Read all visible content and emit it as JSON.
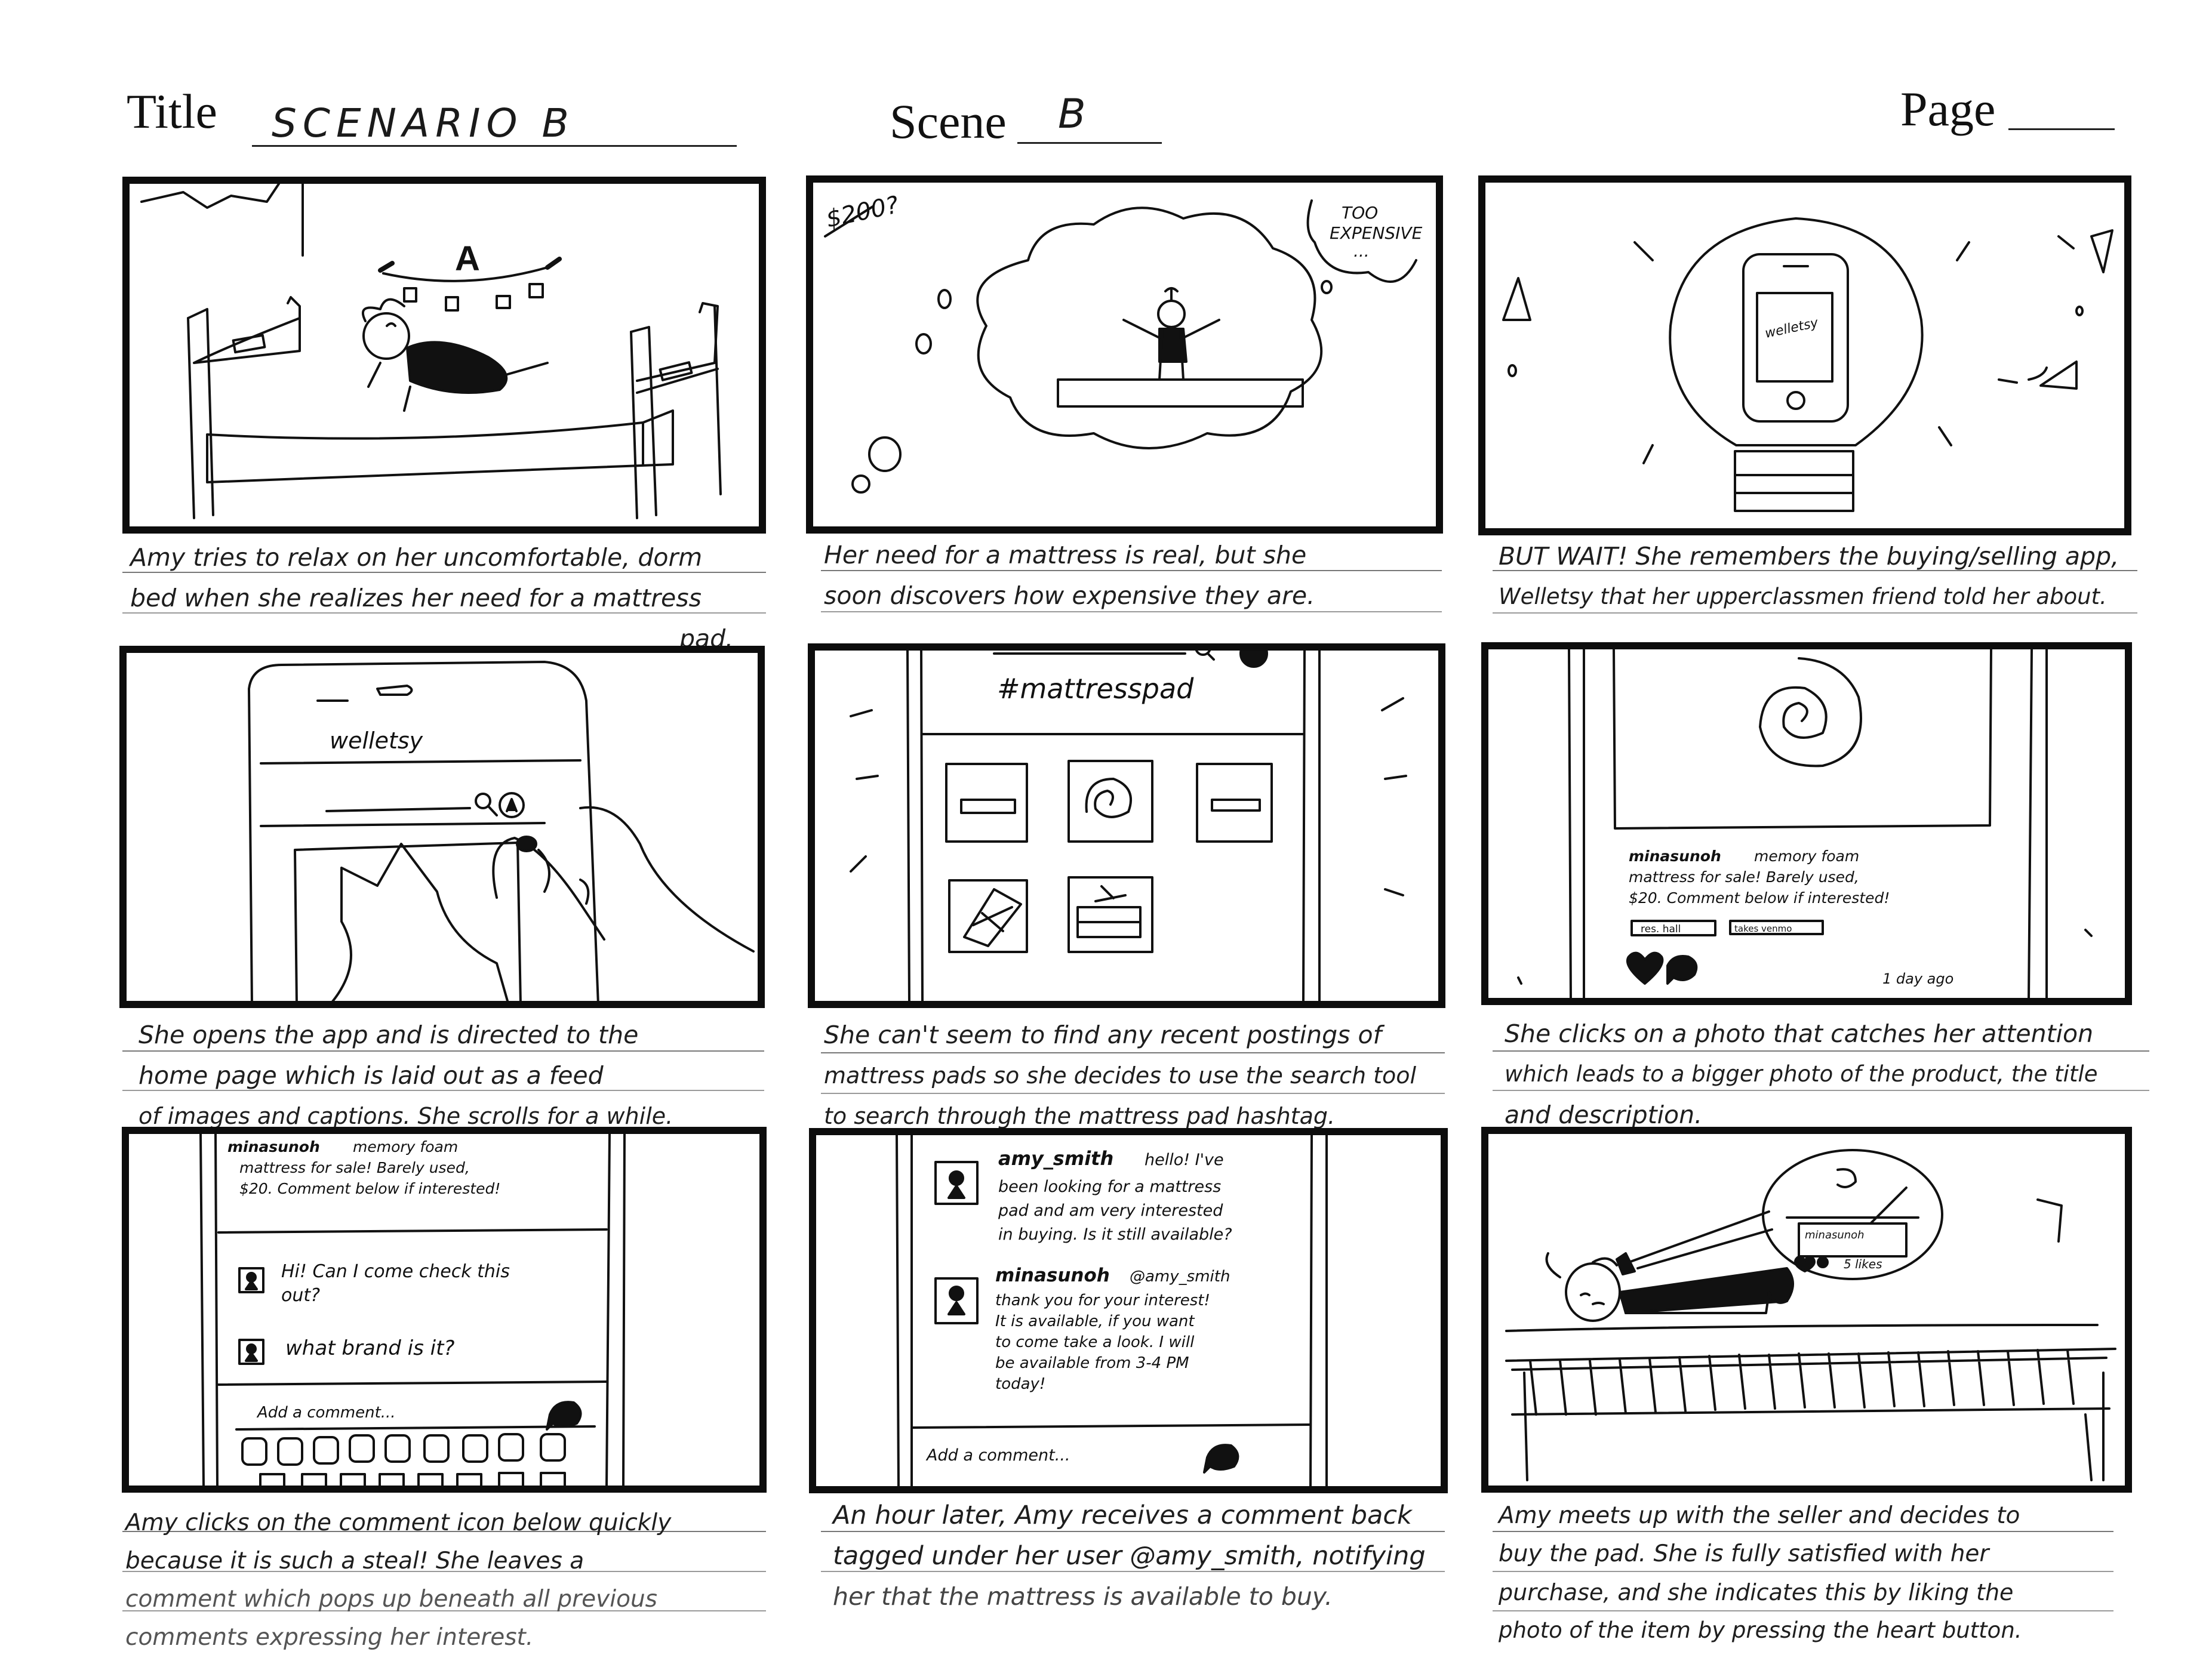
{
  "header": {
    "title_label": "Title",
    "title_value": "SCENARIO B",
    "scene_label": "Scene",
    "scene_value": "B",
    "page_label": "Page"
  },
  "panels": [
    {
      "caption_lines": [
        "Amy tries to relax on her uncomfortable, dorm",
        "bed when she realizes her need for a mattress",
        "pad."
      ],
      "art_text": {
        "banner": "A"
      }
    },
    {
      "caption_lines": [
        "Her need for a mattress is real, but she",
        "soon discovers how expensive they are."
      ],
      "art_text": {
        "price": "$200?",
        "thought": "TOO EXPENSIVE ..."
      }
    },
    {
      "caption_lines": [
        "BUT WAIT! She remembers the buying/selling app,",
        "Welletsy that her upperclassmen friend told her about."
      ],
      "art_text": {
        "app": "welletsy"
      }
    },
    {
      "caption_lines": [
        "She opens the app and is directed to the",
        "home page which is laid out as a feed",
        "of images and captions. She scrolls for a while."
      ],
      "art_text": {
        "app": "welletsy"
      }
    },
    {
      "caption_lines": [
        "She can't seem to find any recent postings of",
        "mattress pads so she decides to use the search tool",
        "to search through the mattress pad hashtag."
      ],
      "art_text": {
        "hashtag": "#mattresspad"
      }
    },
    {
      "caption_lines": [
        "She clicks on a photo that catches her attention",
        "which leads to a bigger photo of the product, the title",
        "and description."
      ],
      "art_text": {
        "post_user": "minasunoh",
        "post_l1": "memory foam",
        "post_l2": "mattress for sale! Barely used,",
        "post_l3": "$20. Comment below if interested!",
        "tag1": "res. hall",
        "tag2": "takes venmo",
        "time": "1 day ago"
      }
    },
    {
      "caption_lines": [
        "Amy clicks on the comment icon below quickly",
        "because it is such a steal! She leaves a",
        "comment which pops up beneath all previous",
        "comments expressing her interest."
      ],
      "art_text": {
        "post_user": "minasunoh",
        "post_l1": "memory foam",
        "post_l2": "mattress for sale! Barely used,",
        "post_l3": "$20. Comment below if interested!",
        "c1a": "Hi! Can I come check this",
        "c1b": "out?",
        "c2": "what brand is it?",
        "add": "Add a comment..."
      }
    },
    {
      "caption_lines": [
        "An hour later, Amy receives a comment back",
        "tagged under her user @amy_smith, notifying",
        "her that the mattress is available to buy."
      ],
      "art_text": {
        "u1": "amy_smith",
        "m1a": "hello! I've",
        "m1b": "been looking for a mattress",
        "m1c": "pad and am very interested",
        "m1d": "in buying. Is it still available?",
        "u2": "minasunoh",
        "m2a": "@amy_smith",
        "m2b": "thank you for your interest!",
        "m2c": "It is available, if you want",
        "m2d": "to come take a look. I will",
        "m2e": "be available from 3-4 PM",
        "m2f": "today!",
        "add": "Add a comment..."
      }
    },
    {
      "caption_lines": [
        "Amy meets up with the seller and decides to",
        "buy the pad. She is fully satisfied with her",
        "purchase, and she indicates this by liking the",
        "photo of the item by pressing the heart button."
      ],
      "art_text": {
        "bubble_user": "minasunoh",
        "likes": "5 likes"
      }
    }
  ]
}
